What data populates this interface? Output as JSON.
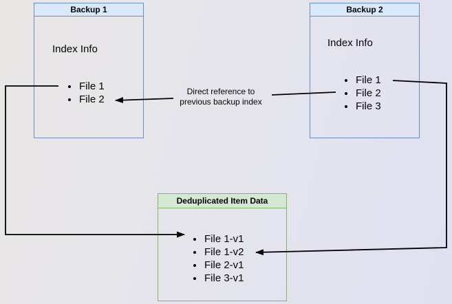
{
  "diagram": {
    "backup1": {
      "title": "Backup 1",
      "section_label": "Index Info",
      "files": [
        "File 1",
        "File 2"
      ]
    },
    "backup2": {
      "title": "Backup 2",
      "section_label": "Index Info",
      "files": [
        "File 1",
        "File 2",
        "File 3"
      ]
    },
    "dedup": {
      "title": "Deduplicated Item Data",
      "files": [
        "File 1-v1",
        "File 1-v2",
        "File 2-v1",
        "File 3-v1"
      ]
    },
    "reference_label": "Direct reference to\nprevious backup index",
    "colors": {
      "backup_box_fill": "#dae8fc",
      "backup_box_border": "#6c8ebf",
      "dedup_box_fill": "#d5e8d4",
      "dedup_box_border": "#82b366",
      "connector": "#000000"
    }
  }
}
